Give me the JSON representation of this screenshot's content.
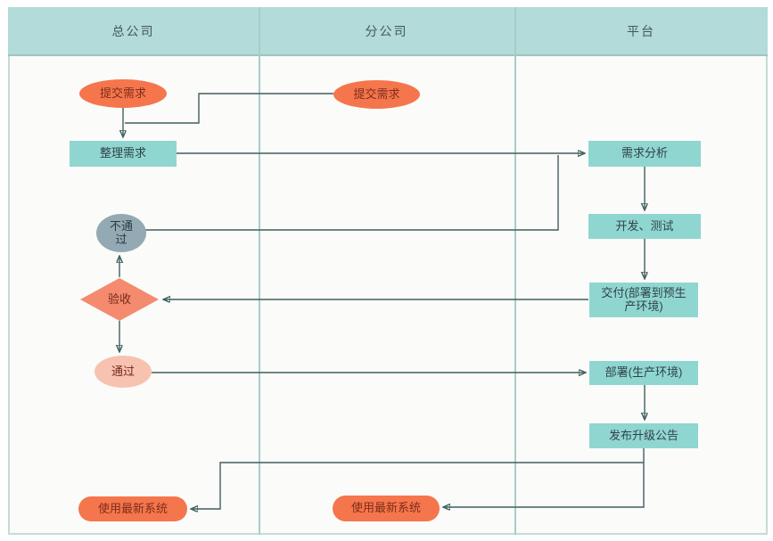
{
  "lanes": [
    {
      "title": "总公司"
    },
    {
      "title": "分公司"
    },
    {
      "title": "平台"
    }
  ],
  "nodes": {
    "submit_hq": {
      "label": "提交需求",
      "shape": "ellipse",
      "lane": "总公司"
    },
    "submit_branch": {
      "label": "提交需求",
      "shape": "ellipse",
      "lane": "分公司"
    },
    "organize": {
      "label": "整理需求",
      "shape": "rect",
      "lane": "总公司"
    },
    "analysis": {
      "label": "需求分析",
      "shape": "rect",
      "lane": "平台"
    },
    "dev_test": {
      "label": "开发、测试",
      "shape": "rect",
      "lane": "平台"
    },
    "deliver": {
      "label": "交付(部署到预生产环境)",
      "shape": "rect",
      "lane": "平台"
    },
    "fail": {
      "label": "不通过",
      "shape": "ellipse",
      "lane": "总公司"
    },
    "accept": {
      "label": "验收",
      "shape": "diamond",
      "lane": "总公司"
    },
    "pass": {
      "label": "通过",
      "shape": "ellipse",
      "lane": "总公司"
    },
    "deploy": {
      "label": "部署(生产环境)",
      "shape": "rect",
      "lane": "平台"
    },
    "announce": {
      "label": "发布升级公告",
      "shape": "rect",
      "lane": "平台"
    },
    "use_hq": {
      "label": "使用最新系统",
      "shape": "stadium",
      "lane": "总公司"
    },
    "use_branch": {
      "label": "使用最新系统",
      "shape": "stadium",
      "lane": "分公司"
    }
  },
  "edges": [
    {
      "from": "submit_hq",
      "to": "organize"
    },
    {
      "from": "submit_branch",
      "to": "organize"
    },
    {
      "from": "organize",
      "to": "analysis"
    },
    {
      "from": "fail",
      "to": "analysis"
    },
    {
      "from": "analysis",
      "to": "dev_test"
    },
    {
      "from": "dev_test",
      "to": "deliver"
    },
    {
      "from": "deliver",
      "to": "accept"
    },
    {
      "from": "accept",
      "to": "fail"
    },
    {
      "from": "accept",
      "to": "pass"
    },
    {
      "from": "pass",
      "to": "deploy"
    },
    {
      "from": "deploy",
      "to": "announce"
    },
    {
      "from": "announce",
      "to": "use_hq"
    },
    {
      "from": "announce",
      "to": "use_branch"
    }
  ],
  "colors": {
    "header_fill": "#b2dbd9",
    "process_fill": "#90d6d0",
    "terminator_fill": "#f5764c",
    "fail_fill": "#93a9b3",
    "decision_fill": "#f48a6e",
    "pass_fill": "#f8c2b0",
    "connector": "#40605f",
    "canvas_bg": "#fbfbf9",
    "lane_divider": "#a8cdc8"
  }
}
